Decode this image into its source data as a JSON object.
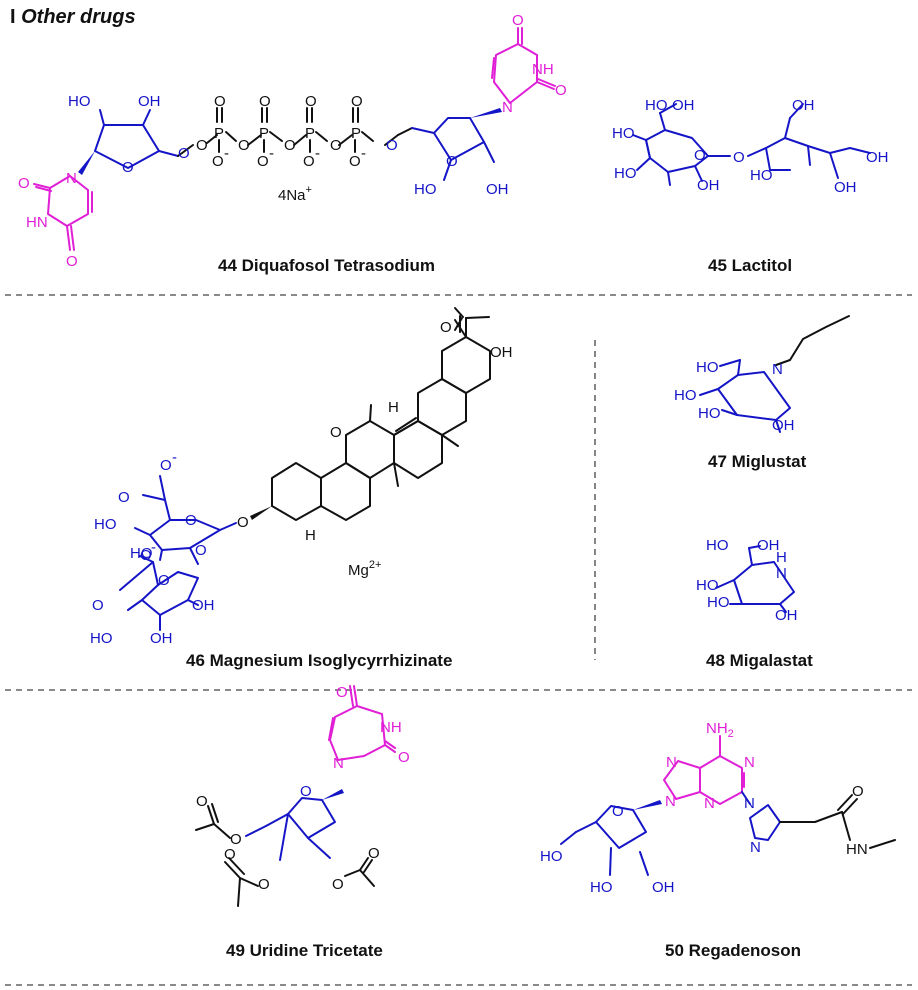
{
  "section": {
    "number": "I",
    "title": "Other drugs"
  },
  "captions": {
    "c44": "44 Diquafosol Tetrasodium",
    "c45": "45 Lactitol",
    "c46": "46 Magnesium Isoglycyrrhizinate",
    "c47": "47 Miglustat",
    "c48": "48 Migalastat",
    "c49": "49 Uridine Tricetate",
    "c50": "50 Regadenoson"
  },
  "counterions": {
    "sodium": "4Na",
    "sodium_charge": "+",
    "magnesium": "Mg",
    "magnesium_charge": "2+"
  },
  "atom_labels": {
    "HO": "HO",
    "OH": "OH",
    "O": "O",
    "N": "N",
    "NH": "NH",
    "HN": "HN",
    "H": "H",
    "P": "P",
    "Ominus": "O",
    "minus": "-",
    "NH2": "NH",
    "sub2": "2"
  },
  "colors": {
    "black": "#111111",
    "blue": "#1515c8",
    "magenta": "#e01fd6",
    "separator": "#444444"
  }
}
